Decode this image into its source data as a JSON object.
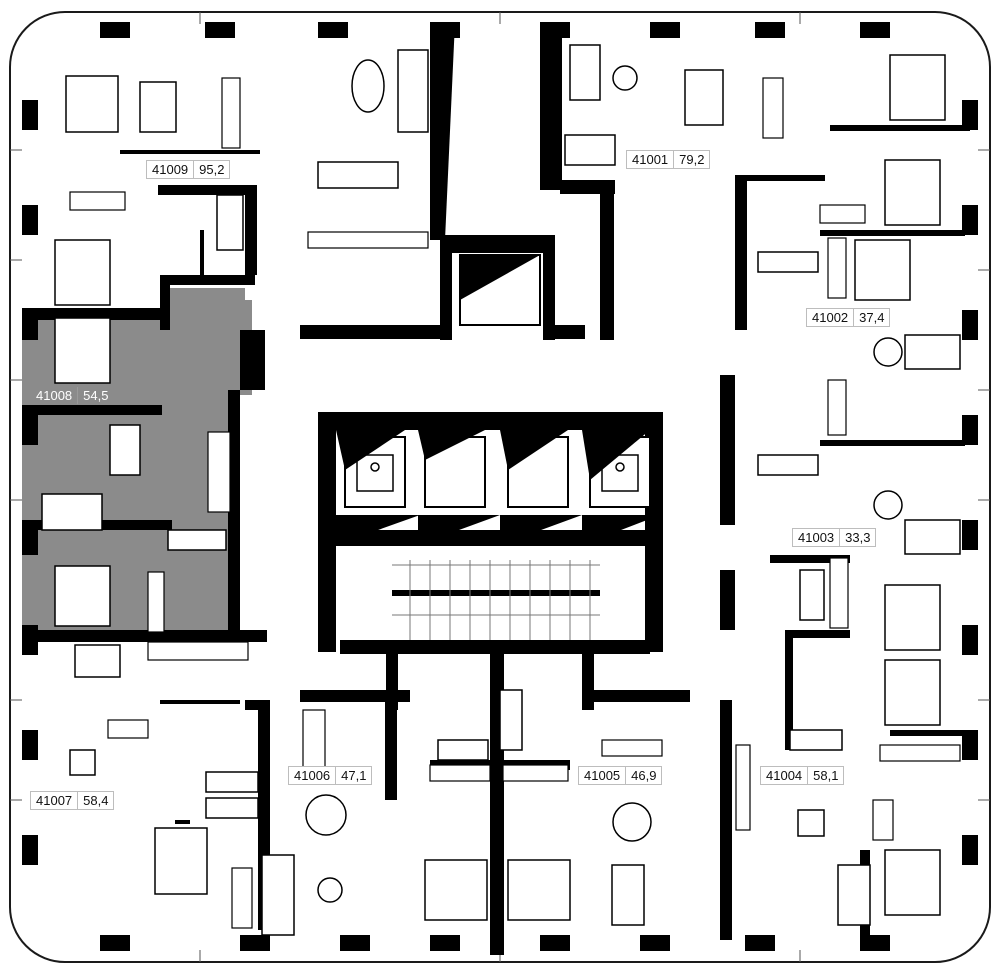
{
  "plan": {
    "selected_apartment": "41008",
    "highlight_color": "#8b8b8b",
    "wall_color": "#000000",
    "apartments": [
      {
        "id": "41009",
        "number": "41009",
        "area": "95,2"
      },
      {
        "id": "41001",
        "number": "41001",
        "area": "79,2"
      },
      {
        "id": "41002",
        "number": "41002",
        "area": "37,4"
      },
      {
        "id": "41008",
        "number": "41008",
        "area": "54,5"
      },
      {
        "id": "41003",
        "number": "41003",
        "area": "33,3"
      },
      {
        "id": "41006",
        "number": "41006",
        "area": "47,1"
      },
      {
        "id": "41005",
        "number": "41005",
        "area": "46,9"
      },
      {
        "id": "41004",
        "number": "41004",
        "area": "58,1"
      },
      {
        "id": "41007",
        "number": "41007",
        "area": "58,4"
      }
    ]
  }
}
